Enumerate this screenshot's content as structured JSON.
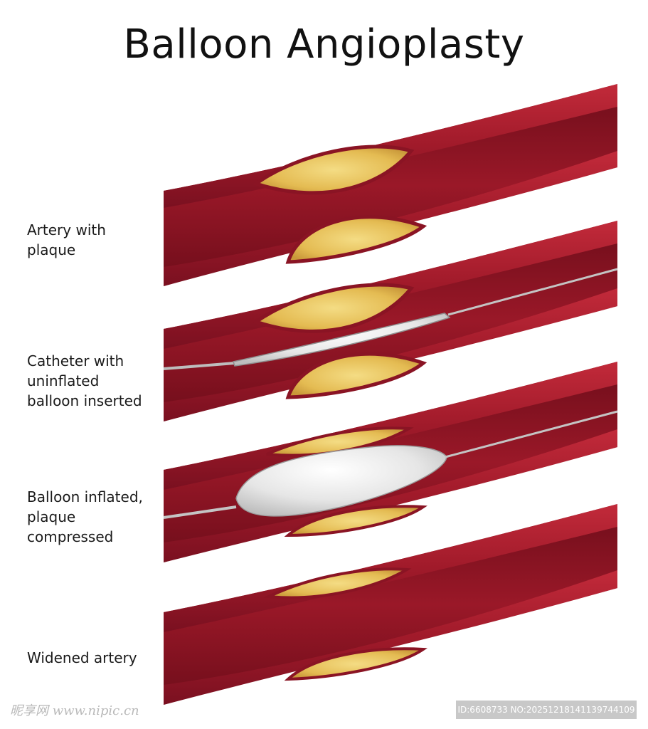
{
  "title": "Balloon Angioplasty",
  "steps": [
    {
      "lines": [
        "Artery with",
        "plaque"
      ]
    },
    {
      "lines": [
        "Catheter with",
        "uninflated",
        "balloon inserted"
      ]
    },
    {
      "lines": [
        "Balloon inflated,",
        "plaque",
        "compressed"
      ]
    },
    {
      "lines": [
        "Widened artery"
      ]
    }
  ],
  "watermark": {
    "left": "昵享网 www.nipic.cn",
    "right": "ID:6608733 NO:20251218141139744109"
  },
  "colors": {
    "artery_wall": "#a01a2a",
    "artery_dark": "#6e0d1a",
    "artery_inner": "#8c1524",
    "plaque": "#e8c25a",
    "plaque_edge": "#c99a3a",
    "balloon": "#e9e9e9",
    "wire": "#9a9a9a"
  }
}
